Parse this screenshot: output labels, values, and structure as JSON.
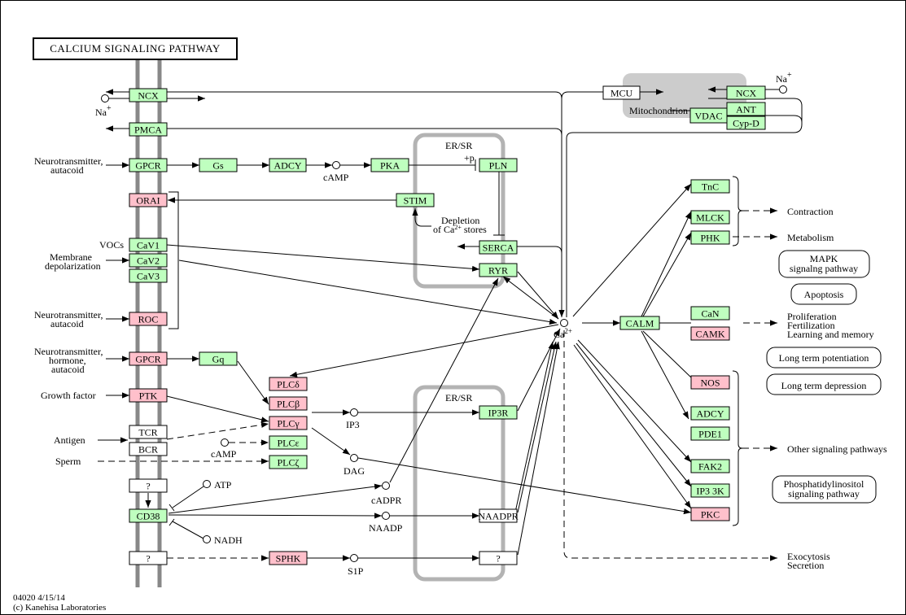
{
  "title": "CALCIUM SIGNALING PATHWAY",
  "footer": {
    "id_date": "04020 4/15/14",
    "copyright": "(c) Kanehisa Laboratories"
  },
  "colors": {
    "green": "#bfffbf",
    "pink": "#ffc0cb",
    "white": "#ffffff",
    "membrane": "#888888",
    "er": "#b3b3b3",
    "mito": "#cccccc"
  },
  "nodes": [
    {
      "id": "ncx",
      "label": "NCX",
      "color": "green"
    },
    {
      "id": "pmca",
      "label": "PMCA",
      "color": "green"
    },
    {
      "id": "gpcr1",
      "label": "GPCR",
      "color": "green"
    },
    {
      "id": "gs",
      "label": "Gs",
      "color": "green"
    },
    {
      "id": "adcy1",
      "label": "ADCY",
      "color": "green"
    },
    {
      "id": "pka",
      "label": "PKA",
      "color": "green"
    },
    {
      "id": "pln",
      "label": "PLN",
      "color": "green"
    },
    {
      "id": "orai",
      "label": "ORAI",
      "color": "pink"
    },
    {
      "id": "stim",
      "label": "STIM",
      "color": "green"
    },
    {
      "id": "cav1",
      "label": "CaV1",
      "color": "green"
    },
    {
      "id": "cav2",
      "label": "CaV2",
      "color": "green"
    },
    {
      "id": "cav3",
      "label": "CaV3",
      "color": "green"
    },
    {
      "id": "serca",
      "label": "SERCA",
      "color": "green"
    },
    {
      "id": "ryr",
      "label": "RYR",
      "color": "green"
    },
    {
      "id": "roc",
      "label": "ROC",
      "color": "pink"
    },
    {
      "id": "gpcr2",
      "label": "GPCR",
      "color": "pink"
    },
    {
      "id": "gq",
      "label": "Gq",
      "color": "green"
    },
    {
      "id": "ptk",
      "label": "PTK",
      "color": "pink"
    },
    {
      "id": "tcr",
      "label": "TCR",
      "color": "white"
    },
    {
      "id": "bcr",
      "label": "BCR",
      "color": "white"
    },
    {
      "id": "plcd",
      "label": "PLCδ",
      "color": "pink"
    },
    {
      "id": "plcb",
      "label": "PLCβ",
      "color": "pink"
    },
    {
      "id": "plcg",
      "label": "PLCγ",
      "color": "pink"
    },
    {
      "id": "plce",
      "label": "PLCε",
      "color": "green"
    },
    {
      "id": "plcz",
      "label": "PLCζ",
      "color": "green"
    },
    {
      "id": "ip3r",
      "label": "IP3R",
      "color": "green"
    },
    {
      "id": "unk1",
      "label": "?",
      "color": "white"
    },
    {
      "id": "cd38",
      "label": "CD38",
      "color": "green"
    },
    {
      "id": "unk2",
      "label": "?",
      "color": "white"
    },
    {
      "id": "sphk",
      "label": "SPHK",
      "color": "pink"
    },
    {
      "id": "naadpr",
      "label": "NAADPR",
      "color": "white"
    },
    {
      "id": "unk3",
      "label": "?",
      "color": "white"
    },
    {
      "id": "mcu",
      "label": "MCU",
      "color": "white"
    },
    {
      "id": "ncx_m",
      "label": "NCX",
      "color": "green"
    },
    {
      "id": "vdac",
      "label": "VDAC",
      "color": "green"
    },
    {
      "id": "ant",
      "label": "ANT",
      "color": "green"
    },
    {
      "id": "cypd",
      "label": "Cyp-D",
      "color": "green"
    },
    {
      "id": "calm",
      "label": "CALM",
      "color": "green"
    },
    {
      "id": "tnc",
      "label": "TnC",
      "color": "green"
    },
    {
      "id": "mlck",
      "label": "MLCK",
      "color": "green"
    },
    {
      "id": "phk",
      "label": "PHK",
      "color": "green"
    },
    {
      "id": "can",
      "label": "CaN",
      "color": "green"
    },
    {
      "id": "camk",
      "label": "CAMK",
      "color": "pink"
    },
    {
      "id": "nos",
      "label": "NOS",
      "color": "pink"
    },
    {
      "id": "adcy2",
      "label": "ADCY",
      "color": "green"
    },
    {
      "id": "pde1",
      "label": "PDE1",
      "color": "green"
    },
    {
      "id": "fak2",
      "label": "FAK2",
      "color": "green"
    },
    {
      "id": "ip33k",
      "label": "IP3 3K",
      "color": "green"
    },
    {
      "id": "pkc",
      "label": "PKC",
      "color": "pink"
    }
  ],
  "compounds": {
    "na_left": "Na",
    "na_right": "Na",
    "camp1": "cAMP",
    "camp2": "cAMP",
    "ip3": "IP3",
    "dag": "DAG",
    "cadpr": "cADPR",
    "naadp": "NAADP",
    "s1p": "S1P",
    "atp": "ATP",
    "nadh": "NADH",
    "ca": "Ca",
    "ca_sup": "2+",
    "na_sup": "+"
  },
  "labels": {
    "nt_autacoid_1a": "Neurotransmitter,",
    "nt_autacoid_1b": "autacoid",
    "vocs": "VOCs",
    "membrane_a": "Membrane",
    "membrane_b": "depolarization",
    "nt_autacoid_2a": "Neurotransmitter,",
    "nt_autacoid_2b": "autacoid",
    "nt_hormone_a": "Neurotransmitter,",
    "nt_hormone_b": "hormone,",
    "nt_hormone_c": "autacoid",
    "growth_factor": "Growth factor",
    "antigen": "Antigen",
    "sperm": "Sperm",
    "er_sr_top": "ER/SR",
    "er_sr_bottom": "ER/SR",
    "plus_p": "+p",
    "depletion_a": "Depletion",
    "depletion_b": "of Ca",
    "depletion_sup": "2+",
    "depletion_c": " stores",
    "mitochondrion": "Mitochondrion"
  },
  "outcomes": {
    "contraction": "Contraction",
    "metabolism": "Metabolism",
    "prolif_a": "Proliferation",
    "prolif_b": "Fertilization",
    "prolif_c": "Learning and memory",
    "other": "Other signaling pathways",
    "exo_a": "Exocytosis",
    "exo_b": "Secretion"
  },
  "pathway_links": {
    "mapk_a": "MAPK",
    "mapk_b": "signalng pathway",
    "apoptosis": "Apoptosis",
    "ltp": "Long term potentiation",
    "ltd": "Long term depression",
    "pi_a": "Phosphatidylinositol",
    "pi_b": "signaling pathway"
  }
}
